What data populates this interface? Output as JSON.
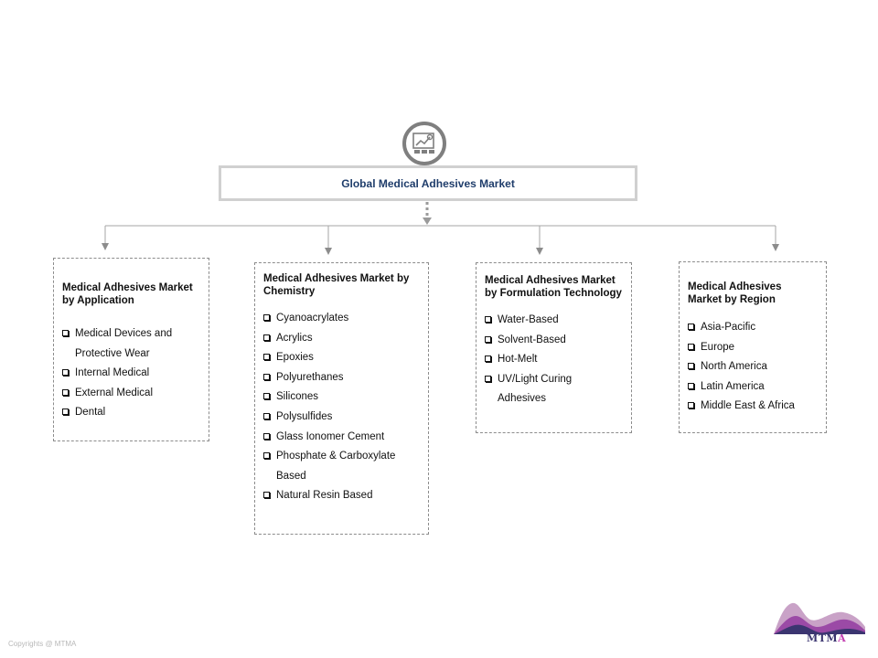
{
  "root": {
    "title": "Global Medical Adhesives Market",
    "icon": "market-chart-icon"
  },
  "segments": [
    {
      "title": "Medical Adhesives Market by Application",
      "items": [
        "Medical Devices and Protective Wear",
        "Internal Medical",
        "External Medical",
        "Dental"
      ]
    },
    {
      "title": "Medical Adhesives Market by Chemistry",
      "items": [
        "Cyanoacrylates",
        "Acrylics",
        "Epoxies",
        "Polyurethanes",
        "Silicones",
        "Polysulfides",
        "Glass Ionomer Cement",
        "Phosphate & Carboxylate Based",
        "Natural Resin Based"
      ]
    },
    {
      "title": "Medical Adhesives Market by Formulation Technology",
      "items": [
        "Water-Based",
        "Solvent-Based",
        "Hot-Melt",
        "UV/Light Curing Adhesives"
      ]
    },
    {
      "title": "Medical Adhesives Market by Region",
      "items": [
        "Asia-Pacific",
        "Europe",
        "North America",
        "Latin America",
        "Middle East & Africa"
      ]
    }
  ],
  "footer": {
    "copyright": "Copyrights @ MTMA",
    "logo_text": "MTMA",
    "logo_text_parts": {
      "m1": "M",
      "t": "T",
      "m2": "M",
      "a": "A"
    }
  },
  "colors": {
    "root_title": "#1f3d6b",
    "connector": "#9a9a9a",
    "logo_dark": "#3b3570",
    "logo_pink": "#c23db0"
  }
}
